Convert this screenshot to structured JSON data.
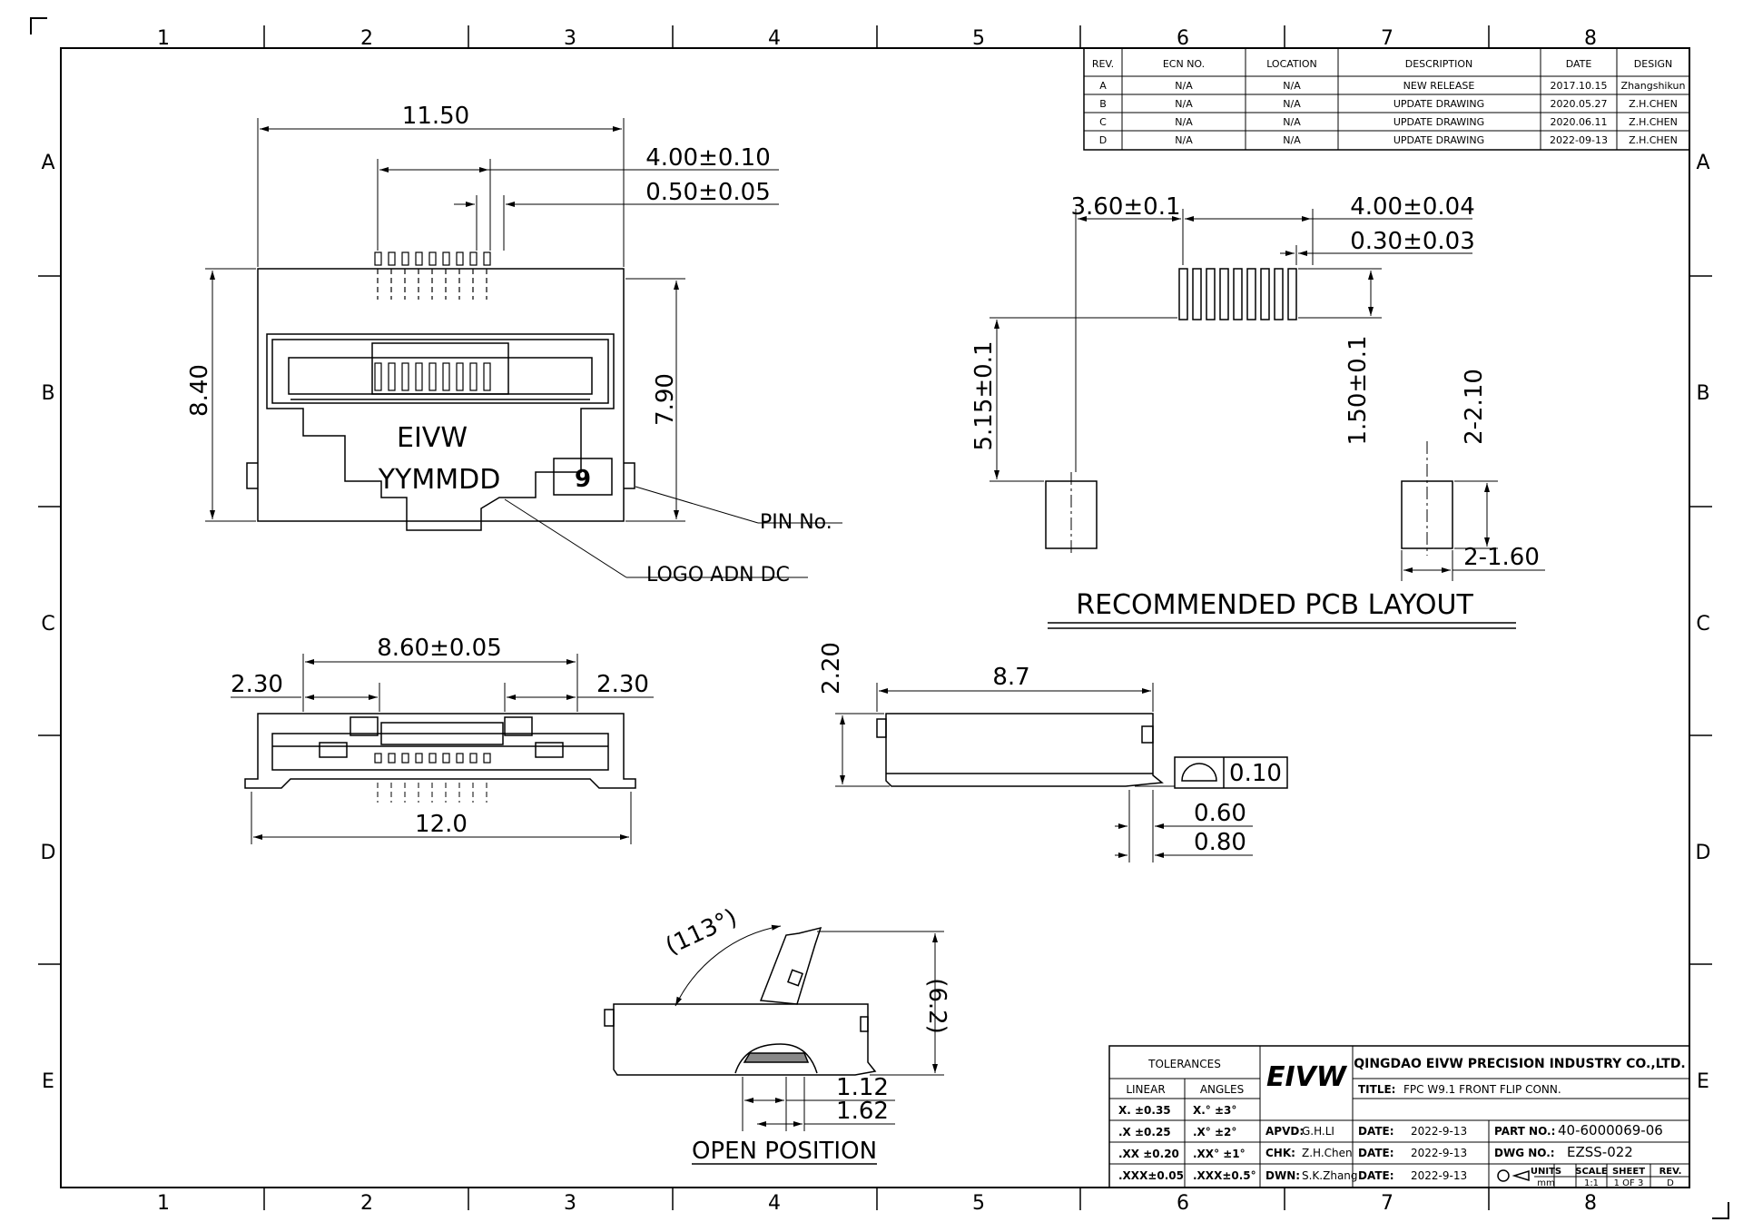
{
  "zones": {
    "columns": [
      "1",
      "2",
      "3",
      "4",
      "5",
      "6",
      "7",
      "8"
    ],
    "rows": [
      "A",
      "B",
      "C",
      "D",
      "E"
    ]
  },
  "revision_table": {
    "headers": [
      "REV.",
      "ECN NO.",
      "LOCATION",
      "DESCRIPTION",
      "DATE",
      "DESIGN"
    ],
    "rows": [
      [
        "A",
        "N/A",
        "N/A",
        "NEW RELEASE",
        "2017.10.15",
        "Zhangshikun"
      ],
      [
        "B",
        "N/A",
        "N/A",
        "UPDATE DRAWING",
        "2020.05.27",
        "Z.H.CHEN"
      ],
      [
        "C",
        "N/A",
        "N/A",
        "UPDATE DRAWING",
        "2020.06.11",
        "Z.H.CHEN"
      ],
      [
        "D",
        "N/A",
        "N/A",
        "UPDATE DRAWING",
        "2022-09-13",
        "Z.H.CHEN"
      ]
    ]
  },
  "top_view": {
    "dim_width": "11.50",
    "dim_pitch_span": "4.00±0.10",
    "dim_pitch": "0.50±0.05",
    "dim_height": "8.40",
    "dim_inner_height": "7.90",
    "marking_logo": "EIVW",
    "marking_date": "YYMMDD",
    "pin_count": "9",
    "callout_pin": "PIN No.",
    "callout_logo": "LOGO ADN DC"
  },
  "pcb_layout": {
    "title": "RECOMMENDED PCB LAYOUT",
    "dim_offset": "3.60±0.1",
    "dim_span": "4.00±0.04",
    "dim_pad_width": "0.30±0.03",
    "dim_vertical": "5.15±0.1",
    "dim_pad_len": "1.50±0.1",
    "dim_mount_h": "2-2.10",
    "dim_mount_w": "2-1.60"
  },
  "front_view": {
    "dim_inner": "8.60±0.05",
    "dim_left": "2.30",
    "dim_right": "2.30",
    "dim_total": "12.0"
  },
  "side_view": {
    "dim_length": "8.7",
    "dim_height": "2.20",
    "flatness": "0.10",
    "dim_a": "0.60",
    "dim_b": "0.80"
  },
  "open_view": {
    "title": "OPEN POSITION",
    "angle": "(113°)",
    "height": "(6.2)",
    "dim_a": "1.12",
    "dim_b": "1.62"
  },
  "title_block": {
    "tolerances_title": "TOLERANCES",
    "linear_label": "LINEAR",
    "angles_label": "ANGLES",
    "linear": [
      "X.  ±0.35",
      ".X  ±0.25",
      ".XX ±0.20",
      ".XXX±0.05"
    ],
    "angles": [
      "X.°  ±3°",
      ".X°  ±2°",
      ".XX° ±1°",
      ".XXX±0.5°"
    ],
    "brand": "EIVW",
    "company": "QINGDAO EIVW PRECISION INDUSTRY CO.,LTD.",
    "title_label": "TITLE:",
    "title_value": "FPC W9.1 FRONT FLIP CONN.",
    "apvd_label": "APVD:",
    "apvd": "G.H.LI",
    "chk_label": "CHK:",
    "chk": "Z.H.Chen",
    "dwn_label": "DWN:",
    "dwn": "S.K.Zhang",
    "date_label": "DATE:",
    "date": "2022-9-13",
    "part_label": "PART NO.:",
    "part_no": "40-6000069-06",
    "dwg_label": "DWG NO.:",
    "dwg_no": "EZSS-022",
    "units_label": "UNITS",
    "units": "mm",
    "scale_label": "SCALE",
    "scale": "1:1",
    "sheet_label": "SHEET",
    "sheet": "1 OF 3",
    "rev_label": "REV.",
    "rev": "D"
  }
}
